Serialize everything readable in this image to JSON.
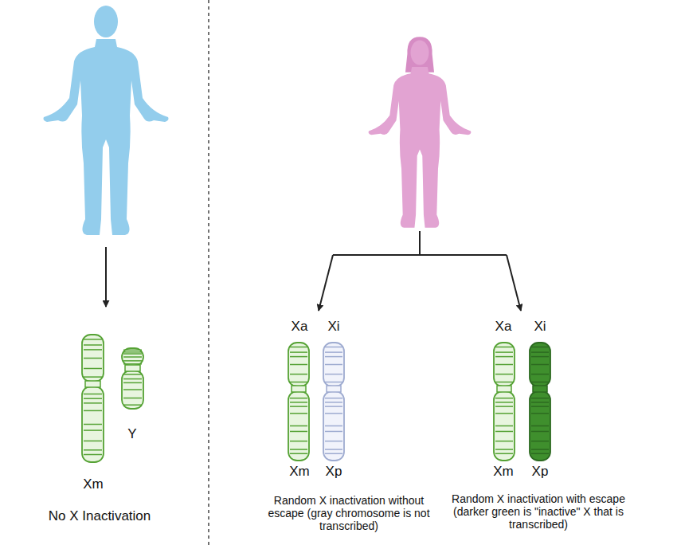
{
  "diagram": {
    "labels": [
      "Xm",
      "Y",
      "No X Inactivation",
      "Xa",
      "Xi",
      "Xm",
      "Xp",
      "Random X inactivation without escape (gray chromosome is not transcribed)",
      "Xa",
      "Xi",
      "Xm",
      "Xp",
      "Random X inactivation with escape (darker green is \"inactive\" X that is transcribed)"
    ]
  }
}
